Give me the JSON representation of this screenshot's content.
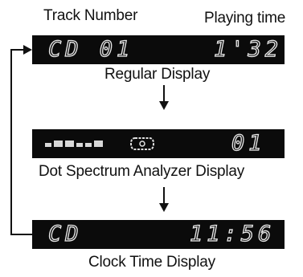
{
  "labels": {
    "track_number": "Track Number",
    "playing_time": "Playing time",
    "regular_display": "Regular Display",
    "dot_spectrum": "Dot Spectrum Analyzer Display",
    "clock_time": "Clock Time Display"
  },
  "displays": {
    "regular": {
      "left": "CD 01",
      "right": "1'32"
    },
    "spectrum": {
      "right": "01"
    },
    "clock": {
      "left": "CD",
      "right": "11:56"
    }
  }
}
